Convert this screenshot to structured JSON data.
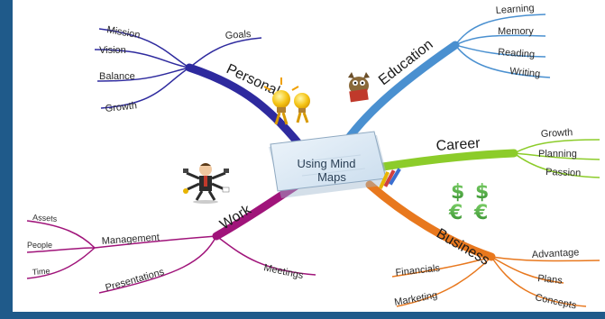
{
  "center": {
    "line1": "Using Mind",
    "line2": "Maps"
  },
  "branches": {
    "personal": {
      "label": "Personal",
      "color": "#2e2a9e",
      "children": [
        "Mission",
        "Vision",
        "Balance",
        "Growth",
        "Goals"
      ]
    },
    "education": {
      "label": "Education",
      "color": "#4a90d0",
      "children": [
        "Learning",
        "Memory",
        "Reading",
        "Writing"
      ]
    },
    "career": {
      "label": "Career",
      "color": "#8ccc2a",
      "children": [
        "Growth",
        "Planning",
        "Passion"
      ]
    },
    "business": {
      "label": "Business",
      "color": "#e8781e",
      "children": [
        "Advantage",
        "Plans",
        "Concepts",
        "Financials",
        "Marketing"
      ]
    },
    "work": {
      "label": "Work",
      "color": "#a0147a",
      "children": [
        "Management",
        "Presentations",
        "Meetings"
      ],
      "management_children": [
        "Assets",
        "People",
        "Time"
      ]
    }
  },
  "icons": [
    "lightbulb-people-icon",
    "reading-gremlin-icon",
    "currency-symbols-icon",
    "multitasking-businessman-icon",
    "pencils-icon"
  ]
}
